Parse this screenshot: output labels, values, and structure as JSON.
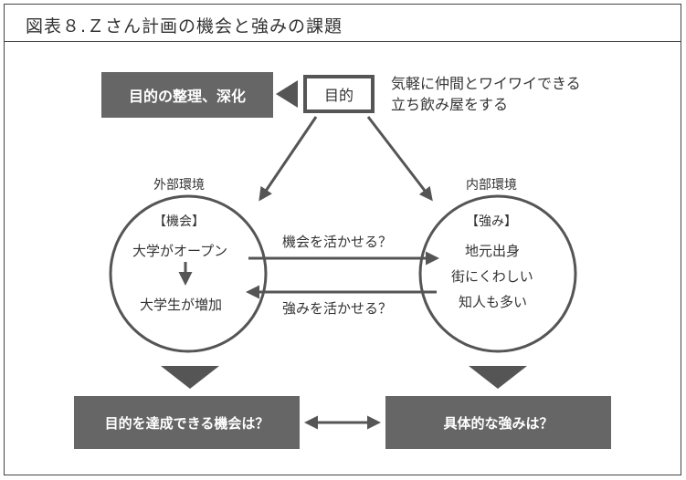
{
  "figure": {
    "title": "図表８.Ｚさん計画の機会と強みの課題"
  },
  "goal": {
    "box_label": "目的",
    "description_line1": "気軽に仲間とワイワイできる",
    "description_line2": "立ち飲み屋をする",
    "organize_label": "目的の整理、深化"
  },
  "external": {
    "label": "外部環境",
    "heading": "【機会】",
    "item1": "大学がオープン",
    "item2": "大学生が増加"
  },
  "internal": {
    "label": "内部環境",
    "heading": "【強み】",
    "item1": "地元出身",
    "item2": "街にくわしい",
    "item3": "知人も多い"
  },
  "flows": {
    "opportunity_question": "機会を活かせる？",
    "strength_question": "強みを活かせる？"
  },
  "results": {
    "left_question": "目的を達成できる機会は？",
    "right_question": "具体的な強みは？"
  },
  "colors": {
    "dark_gray": "#666666",
    "stroke_gray": "#555555",
    "text": "#333333"
  }
}
